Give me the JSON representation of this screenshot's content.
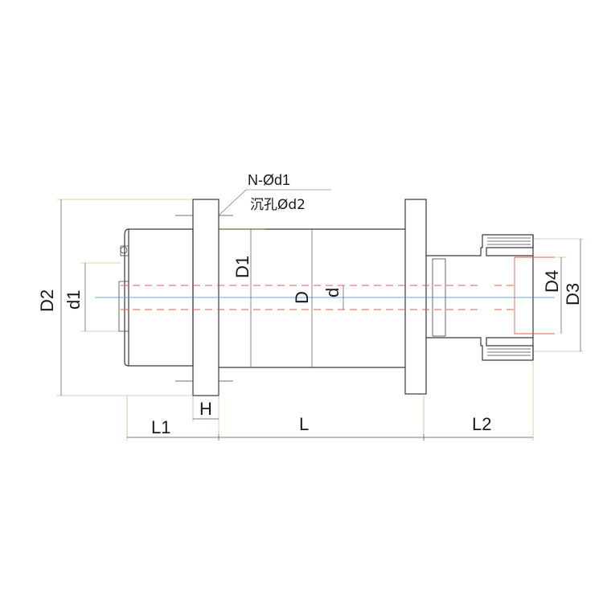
{
  "labels": {
    "note_holes": "N-Ød1",
    "note_counterbore": "沉孔Ød2",
    "D2": "D2",
    "d1": "d1",
    "D1": "D1",
    "D": "D",
    "d": "d",
    "D4": "D4",
    "D3": "D3",
    "H": "H",
    "L1": "L1",
    "L": "L",
    "L2": "L2"
  }
}
